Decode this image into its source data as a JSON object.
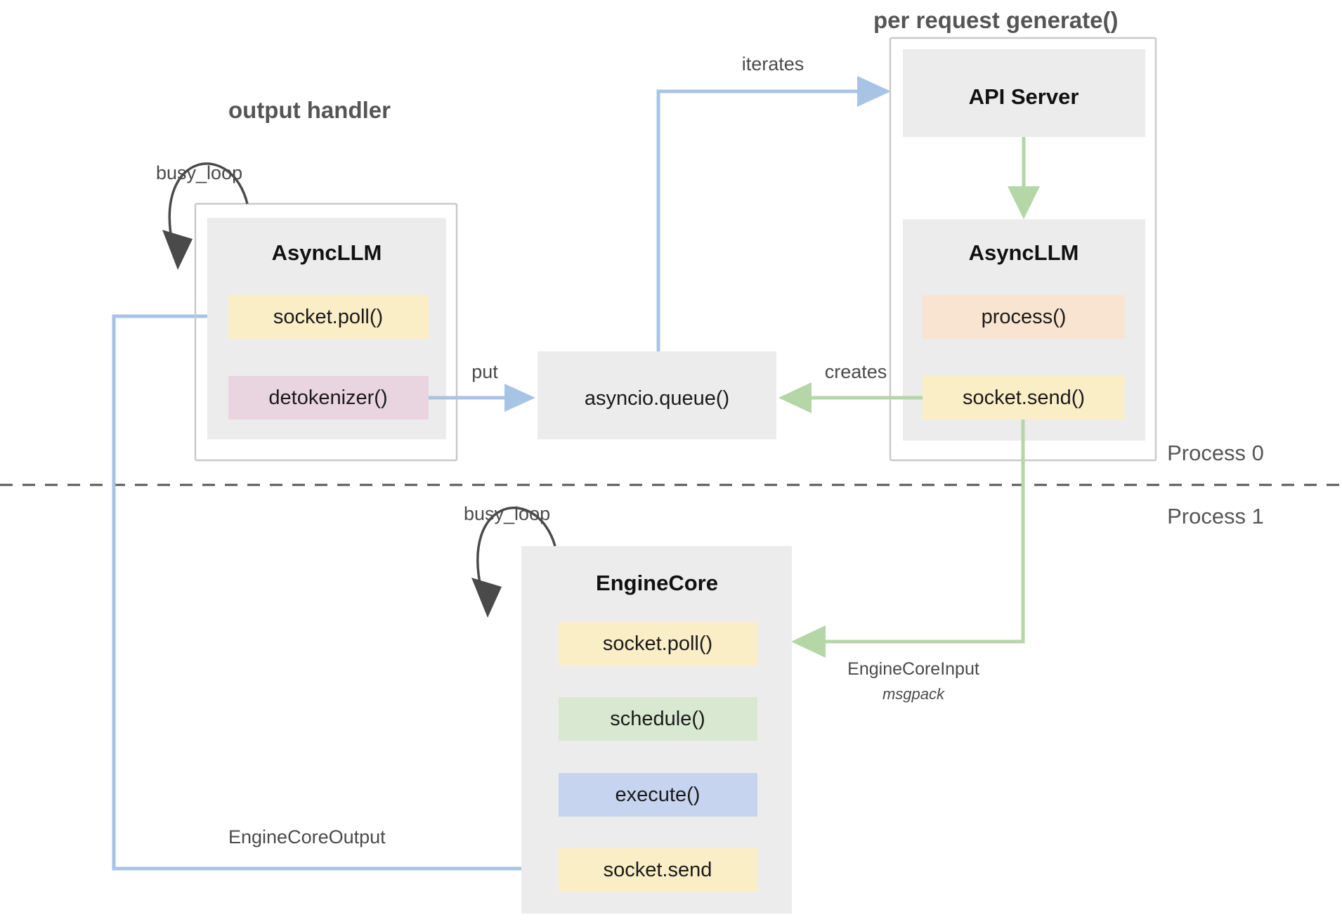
{
  "diagram": {
    "title_output_handler": "output handler",
    "title_per_request": "per request generate()",
    "process_labels": {
      "top": "Process 0",
      "bottom": "Process 1"
    },
    "groups": {
      "output_handler": {
        "box_title": "AsyncLLM",
        "loop_label": "busy_loop",
        "chips": [
          {
            "label": "socket.poll()",
            "color": "#faeec7"
          },
          {
            "label": "detokenizer()",
            "color": "#e8d5df"
          }
        ]
      },
      "per_request": {
        "api_server_title": "API Server",
        "box_title": "AsyncLLM",
        "chips": [
          {
            "label": "process()",
            "color": "#f8e4d0"
          },
          {
            "label": "socket.send()",
            "color": "#faeec7"
          }
        ]
      },
      "engine_core": {
        "box_title": "EngineCore",
        "loop_label": "busy_loop",
        "chips": [
          {
            "label": "socket.poll()",
            "color": "#faeec7"
          },
          {
            "label": "schedule()",
            "color": "#d9e8d0"
          },
          {
            "label": "execute()",
            "color": "#c6d4f0"
          },
          {
            "label": "socket.send",
            "color": "#faeec7"
          }
        ]
      }
    },
    "queue": {
      "label": "asyncio.queue()"
    },
    "edges": {
      "iterates": "iterates",
      "put": "put",
      "creates": "creates",
      "engine_core_input": "EngineCoreInput",
      "engine_core_input_format": "msgpack",
      "engine_core_output": "EngineCoreOutput"
    },
    "colors": {
      "blue_flow": "#a8c4e5",
      "green_flow": "#b5d6a7",
      "panel_gray": "#ececec",
      "frame_gray": "#c9c9c9",
      "dark_text": "#4a4a4a"
    }
  }
}
